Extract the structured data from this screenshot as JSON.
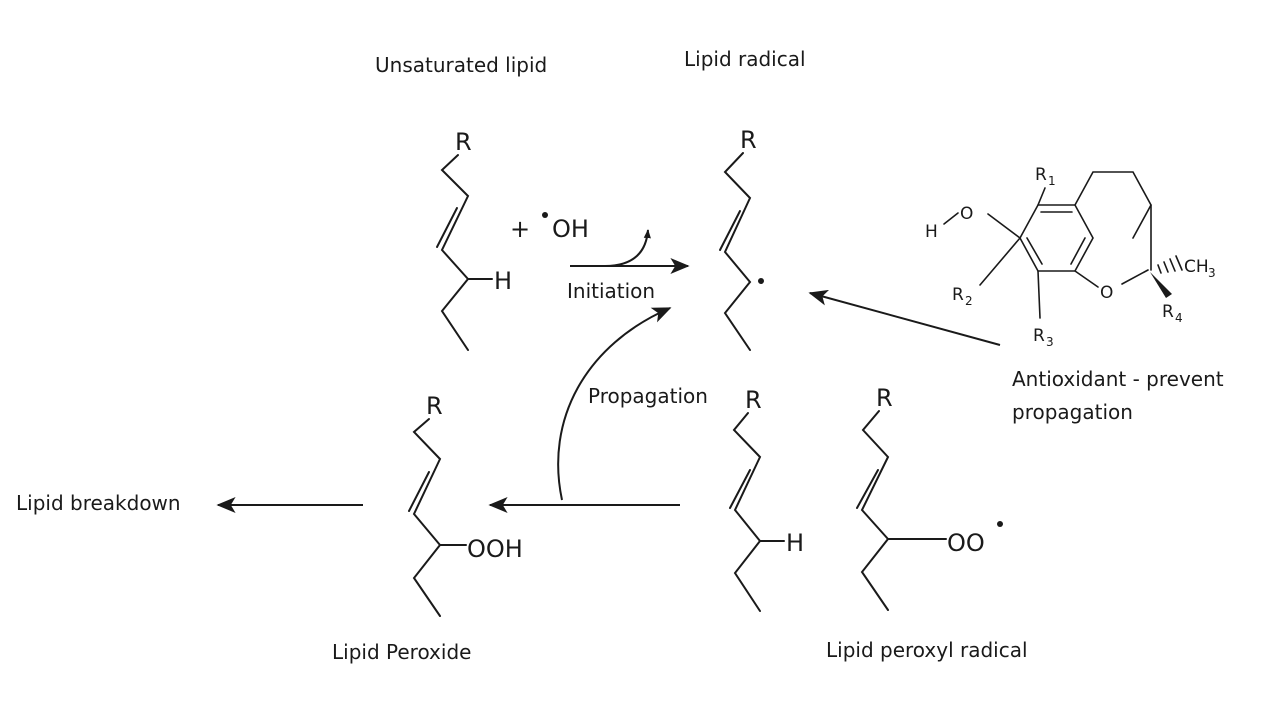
{
  "labels": {
    "unsaturated_lipid": "Unsaturated lipid",
    "lipid_radical": "Lipid radical",
    "initiation": "Initiation",
    "propagation": "Propagation",
    "antioxidant_line1": "Antioxidant - prevent",
    "antioxidant_line2": "propagation",
    "lipid_breakdown": "Lipid breakdown",
    "lipid_peroxide": "Lipid Peroxide",
    "lipid_peroxyl_radical": "Lipid peroxyl radical"
  },
  "atoms": {
    "R": "R",
    "H": "H",
    "plus": "+",
    "OH": "OH",
    "OOH": "OOH",
    "OO": "OO",
    "O": "O",
    "H_small": "H",
    "CH": "CH",
    "CH_sub": "3",
    "R_small": "R",
    "sub1": "1",
    "sub2": "2",
    "sub3": "3",
    "sub4": "4"
  }
}
